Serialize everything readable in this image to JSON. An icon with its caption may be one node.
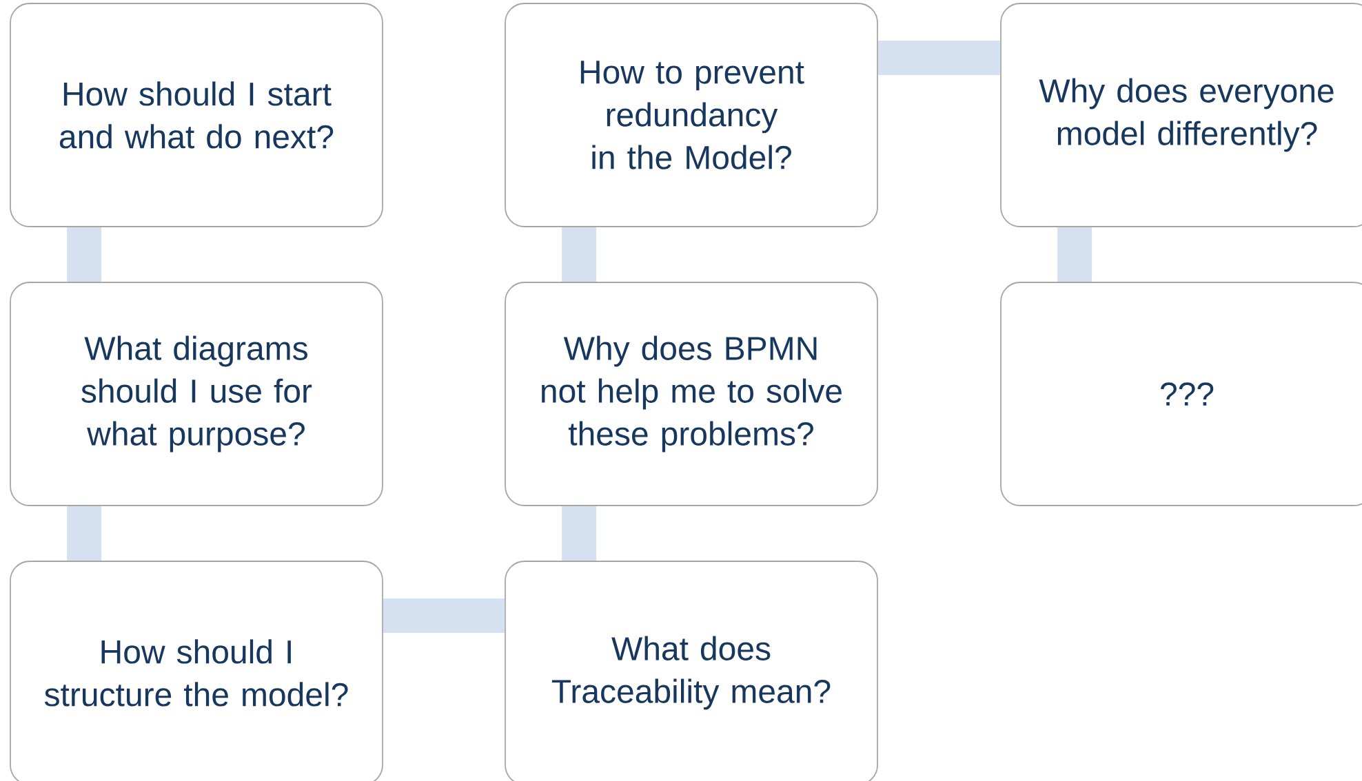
{
  "diagram": {
    "nodes": [
      {
        "text": [
          "How should I start and what do next?"
        ]
      },
      {
        "text": [
          "How to prevent redundancy in the Model?"
        ]
      },
      {
        "text": [
          "Why does everyone model differently?"
        ]
      },
      {
        "text": [
          "What diagrams should I use for what purpose?"
        ]
      },
      {
        "text": [
          "Why does BPMN not help me to solve these problems?"
        ]
      },
      {
        "text": [
          "???"
        ]
      },
      {
        "text": [
          "How should I structure the model?"
        ]
      },
      {
        "text": [
          "What does Traceability mean?"
        ]
      }
    ],
    "edges": [
      {
        "from": 0,
        "to": 3,
        "arrow": "none"
      },
      {
        "from": 3,
        "to": 6,
        "arrow": "none"
      },
      {
        "from": 6,
        "to": 7,
        "arrow": "none"
      },
      {
        "from": 7,
        "to": 4,
        "arrow": "none"
      },
      {
        "from": 4,
        "to": 1,
        "arrow": "none"
      },
      {
        "from": 1,
        "to": 2,
        "arrow": "none"
      },
      {
        "from": 2,
        "to": 5,
        "arrow": "none"
      }
    ]
  }
}
